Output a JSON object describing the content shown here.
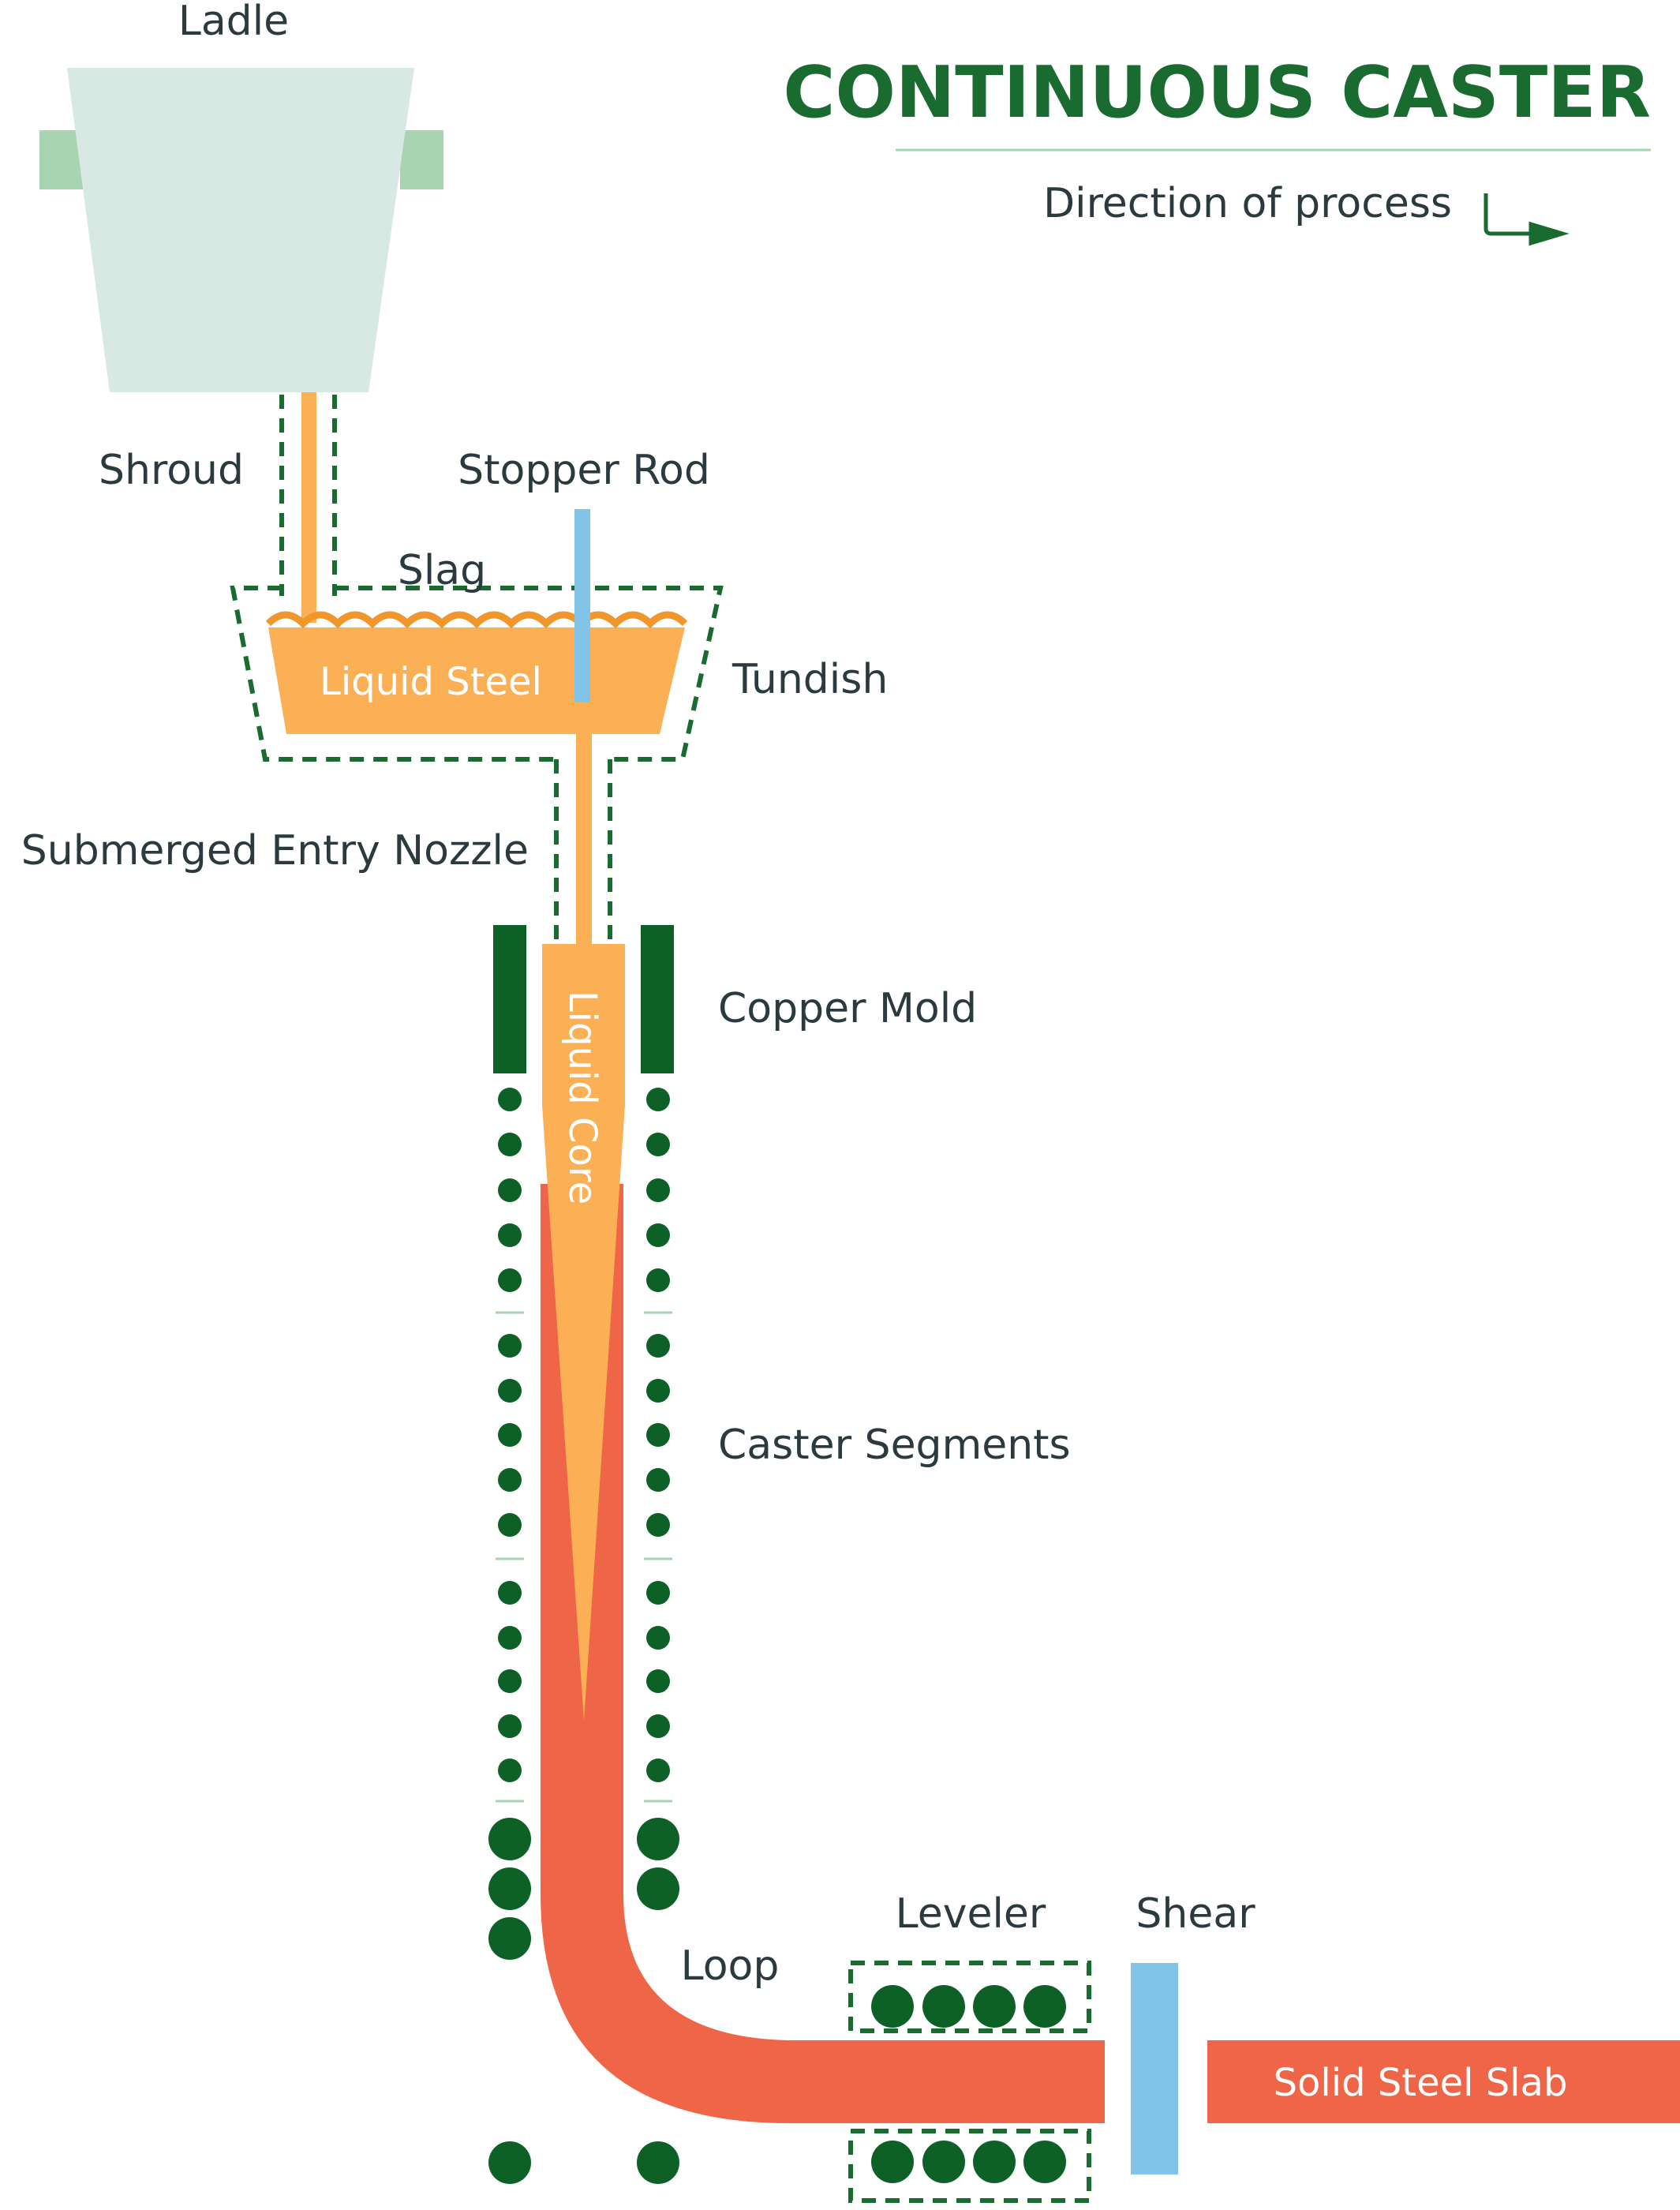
{
  "title": "CONTINUOUS CASTER",
  "legend": {
    "direction_text": "Direction of process",
    "direction_icon": "arrow-down-right-icon"
  },
  "labels": {
    "ladle": "Ladle",
    "shroud": "Shroud",
    "stopper_rod": "Stopper Rod",
    "slag": "Slag",
    "liquid_steel": "Liquid Steel",
    "tundish": "Tundish",
    "submerged_entry_nozzle": "Submerged Entry Nozzle",
    "copper_mold": "Copper Mold",
    "liquid_core": "Liquid Core",
    "caster_segments": "Caster Segments",
    "leveler": "Leveler",
    "shear": "Shear",
    "loop": "Loop",
    "solid_steel_slab": "Solid Steel Slab"
  },
  "colors": {
    "dark_green": "#1a6b2f",
    "roller_green": "#0d6126",
    "ladle": "#d8e8e3",
    "ladle_handle": "#a8d4b2",
    "liquid_steel": "#fbb055",
    "slag": "#f0962a",
    "solid_steel": "#ee6548",
    "rod_blue": "#82c4e8",
    "separator": "#a8d4b2"
  }
}
